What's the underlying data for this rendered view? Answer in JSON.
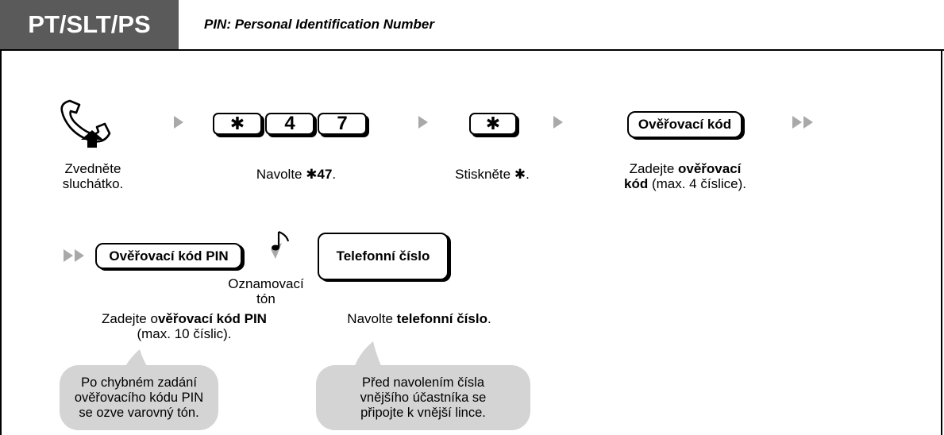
{
  "header": {
    "tab_label": "PT/SLT/PS",
    "caption": "PIN: Personal Identification Number"
  },
  "row1": {
    "step1_line1": "Zvedněte",
    "step1_line2": "sluchátko.",
    "keys": [
      "✱",
      "4",
      "7"
    ],
    "step2_prefix": "Navolte ",
    "step2_symbol": "✱",
    "step2_bold": "47",
    "step2_suffix": ".",
    "key_star": "✱",
    "step3_prefix": "Stiskněte ",
    "step3_symbol": "✱",
    "step3_suffix": ".",
    "code_box": "Ověřovací kód",
    "step4_prefix": "Zadejte ",
    "step4_bold1": "ověřovací",
    "step4_bold2": "kód",
    "step4_suffix": " (max. 4 číslice)."
  },
  "row2": {
    "pin_box": "Ověřovací kód PIN",
    "tone_line1": "Oznamovací",
    "tone_line2": "tón",
    "pin_prefix": "Zadejte o",
    "pin_bold": "věřovací kód PIN",
    "pin_line2": "(max. 10 číslic).",
    "phone_box": "Telefonní číslo",
    "phone_prefix": "Navolte ",
    "phone_bold": "telefonní číslo",
    "phone_suffix": "."
  },
  "notes": {
    "note1_lines": [
      "Po chybném zadání",
      "ověřovacího kódu PIN",
      "se ozve varovný tón."
    ],
    "note2_lines": [
      "Před navolením čísla",
      "vnějšího účastníka se",
      "připojte k vnější lince."
    ]
  },
  "colors": {
    "header_tab": "#5a5a5a",
    "arrow": "#a9a9a9",
    "bubble": "#d4d4d4"
  }
}
